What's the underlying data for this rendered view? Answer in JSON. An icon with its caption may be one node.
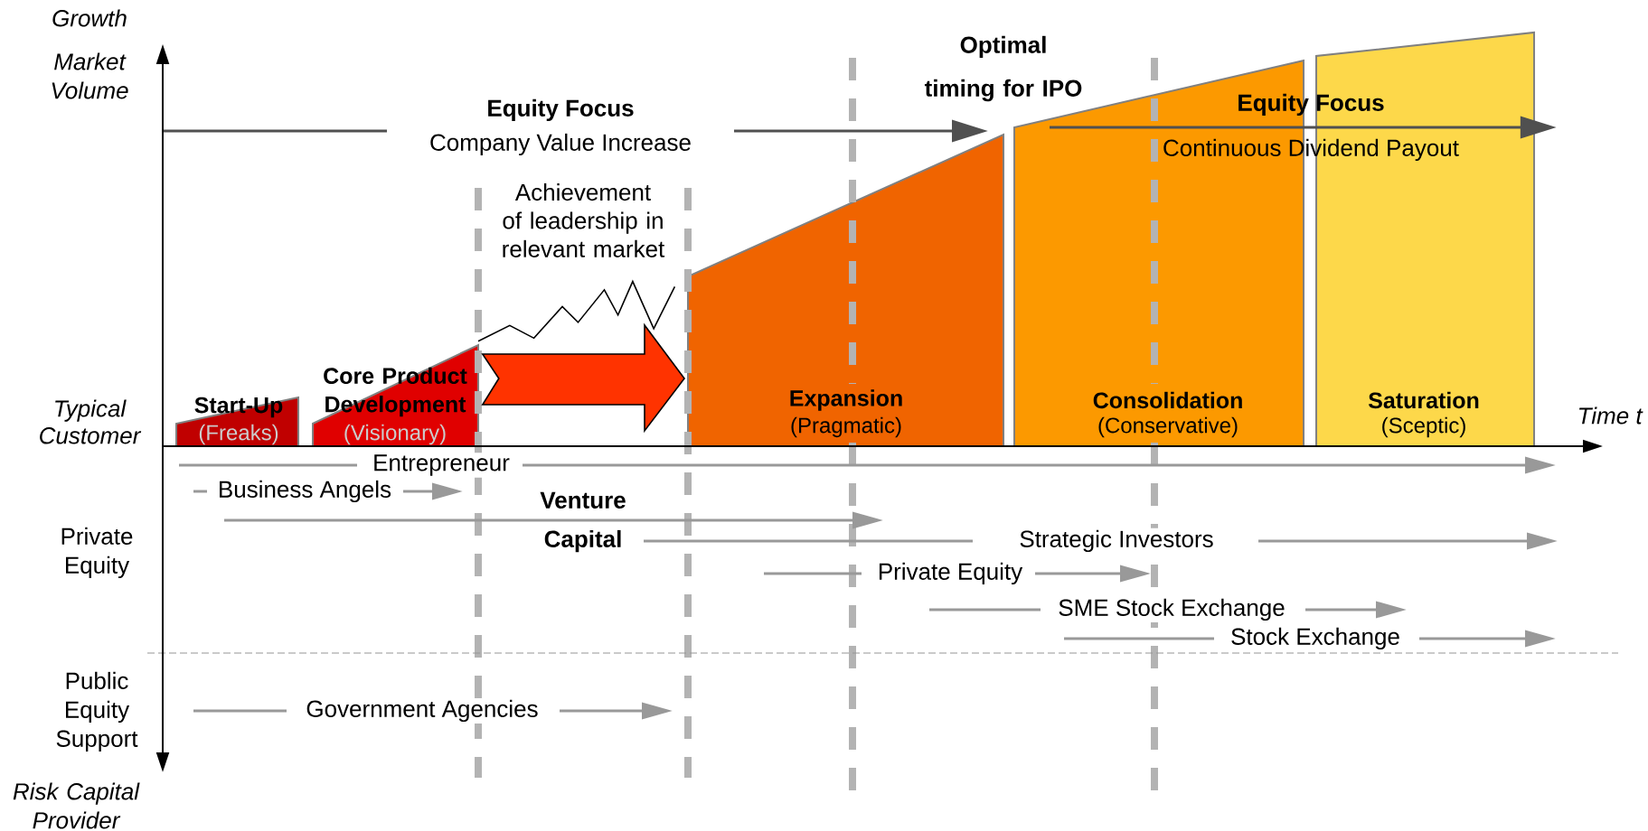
{
  "diagram": {
    "nodes": [
      {
        "text": [
          "Start-Up",
          "(Freaks)"
        ]
      },
      {
        "text": [
          "Core Product Development",
          "(Visionary)"
        ]
      },
      {
        "text": [
          "Expansion",
          "(Pragmatic)"
        ]
      },
      {
        "text": [
          "Consolidation",
          "(Conservative)"
        ]
      },
      {
        "text": [
          "Saturation",
          "(Sceptic)"
        ]
      }
    ],
    "edges": [
      {
        "from": 1,
        "to": 2,
        "arrow": "to",
        "style": "thick",
        "color": "#ff3300"
      },
      {
        "from": 3,
        "to": 4,
        "arrow": "to"
      }
    ],
    "labels": [
      "Growth",
      "Market Volume",
      "Optimal timing for IPO",
      "Equity Focus",
      "Company Value Increase",
      "Equity Focus",
      "Continuous Dividend Payout",
      "Achievement of leadership in relevant market",
      "Typical Customer",
      "Time t",
      "Entrepreneur",
      "Business Angels",
      "Venture Capital",
      "Private Equity",
      "Strategic Investors",
      "Private Equity",
      "SME Stock Exchange",
      "Stock Exchange",
      "Public Equity Support",
      "Government Agencies",
      "Risk Capital Provider"
    ]
  }
}
